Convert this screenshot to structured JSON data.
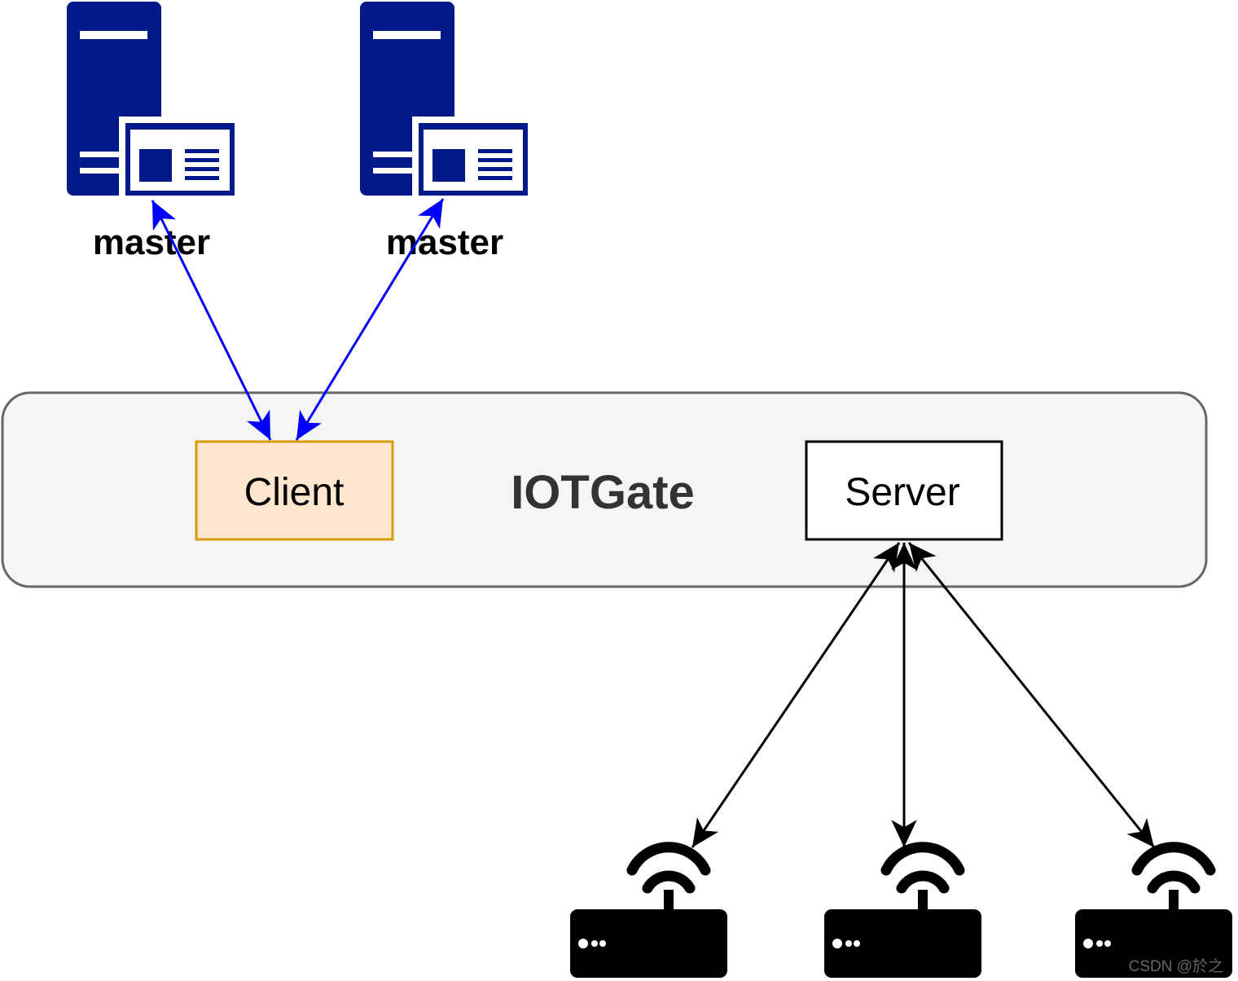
{
  "nodes": {
    "master_left": {
      "label": "master",
      "icon": "server-icon"
    },
    "master_right": {
      "label": "master",
      "icon": "server-icon"
    },
    "gateway": {
      "label": "IOTGate"
    },
    "client": {
      "label": "Client"
    },
    "server": {
      "label": "Server"
    },
    "devices": [
      {
        "icon": "wifi-router-icon"
      },
      {
        "icon": "wifi-router-icon"
      },
      {
        "icon": "wifi-router-icon"
      }
    ]
  },
  "edges": [
    {
      "from": "client",
      "to": "master_left",
      "direction": "both",
      "color": "#0000FF"
    },
    {
      "from": "client",
      "to": "master_right",
      "direction": "both",
      "color": "#0000FF"
    },
    {
      "from": "server",
      "to": "device_1",
      "direction": "both",
      "color": "#000000"
    },
    {
      "from": "server",
      "to": "device_2",
      "direction": "both",
      "color": "#000000"
    },
    {
      "from": "server",
      "to": "device_3",
      "direction": "both",
      "color": "#000000"
    }
  ],
  "watermark": "CSDN @於之",
  "colors": {
    "server_icon": "#001A8C",
    "client_fill": "#FFE6CC",
    "client_stroke": "#D79B00",
    "gateway_fill": "#F5F5F5",
    "gateway_stroke": "#666666",
    "blue_edge": "#0000FF"
  }
}
